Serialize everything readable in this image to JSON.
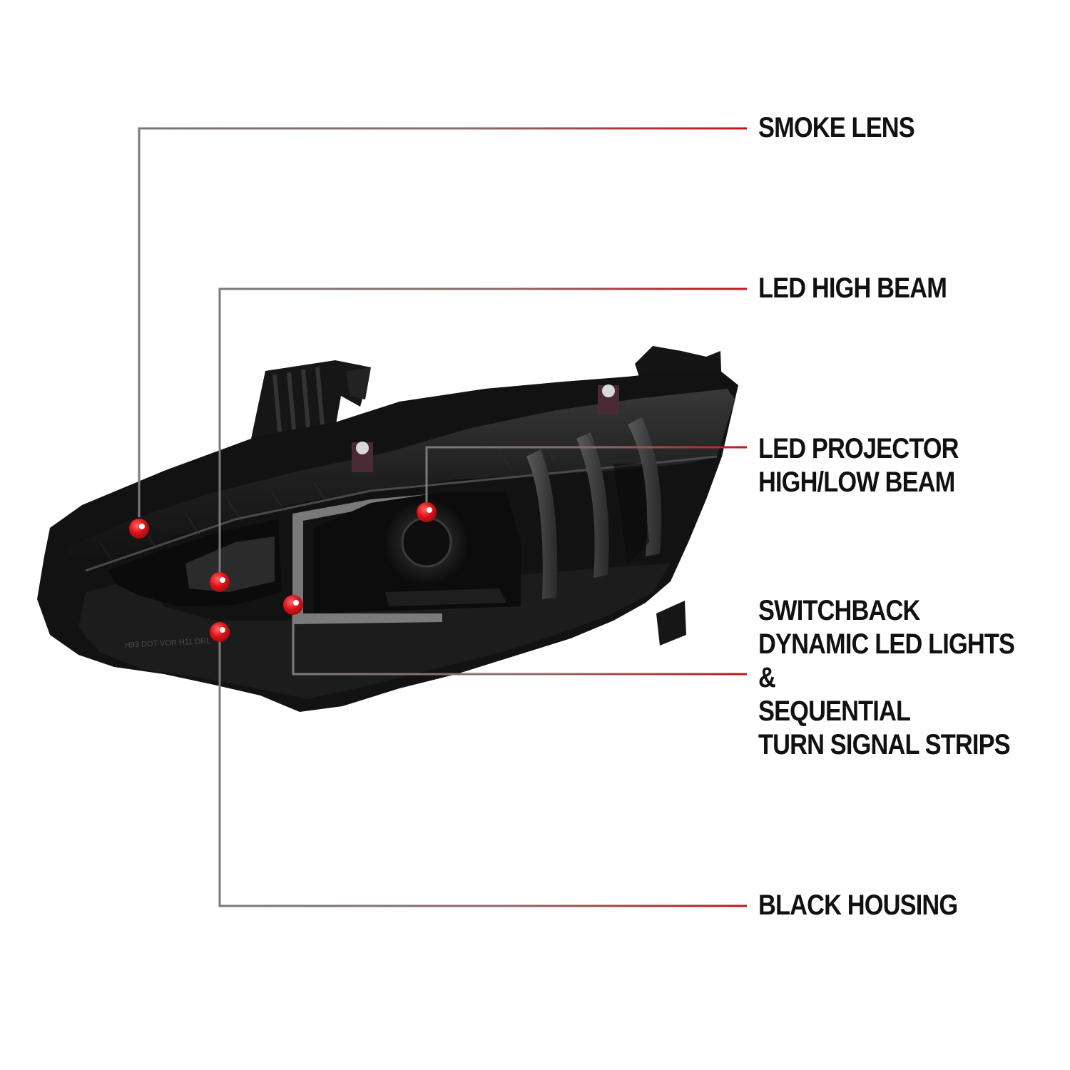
{
  "colors": {
    "background": "#ffffff",
    "leader_line_start": "#7a7a7a",
    "leader_line_end": "#c4161c",
    "dot": "#e3151a",
    "label_text": "#111111",
    "housing": "#1a1a1a"
  },
  "callouts": [
    {
      "id": "smoke-lens",
      "lines": [
        "SMOKE LENS"
      ]
    },
    {
      "id": "led-high-beam",
      "lines": [
        "LED HIGH BEAM"
      ]
    },
    {
      "id": "led-projector",
      "lines": [
        "LED PROJECTOR",
        "HIGH/LOW BEAM"
      ]
    },
    {
      "id": "switchback",
      "lines": [
        "SWITCHBACK",
        "DYNAMIC LED LIGHTS",
        "&",
        "SEQUENTIAL",
        "TURN SIGNAL STRIPS"
      ]
    },
    {
      "id": "black-housing",
      "lines": [
        "BLACK HOUSING"
      ]
    }
  ],
  "photo": {
    "subject": "headlight-assembly",
    "embossed_text": "H93 DOT VOR H11 DRL"
  }
}
